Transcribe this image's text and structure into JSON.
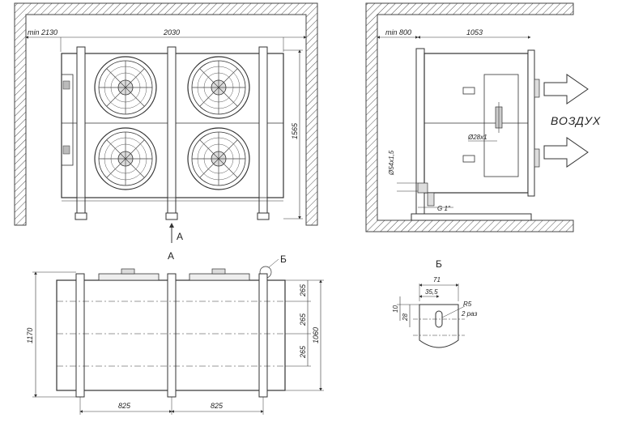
{
  "front_view": {
    "min_clearance": "min 2130",
    "width": "2030",
    "height": "1565",
    "view_arrow": "А"
  },
  "side_view": {
    "min_clearance": "min 800",
    "depth": "1053",
    "air_label": "ВОЗДУХ",
    "outlet": "Ø28x1",
    "inlet": "Ø54x1,5",
    "drain": "G 1\""
  },
  "top_view": {
    "view_marker": "А",
    "detail_marker": "Б",
    "depth": "1170",
    "bolt_pitch": "1060",
    "spacing_1": "265",
    "spacing_2": "265",
    "spacing_3": "265",
    "bottom_1": "825",
    "bottom_2": "825"
  },
  "detail_b": {
    "title": "Б",
    "width": "71",
    "half": "35,5",
    "h1": "10",
    "h2": "28",
    "radius": "R5",
    "slots": "2 paз"
  }
}
